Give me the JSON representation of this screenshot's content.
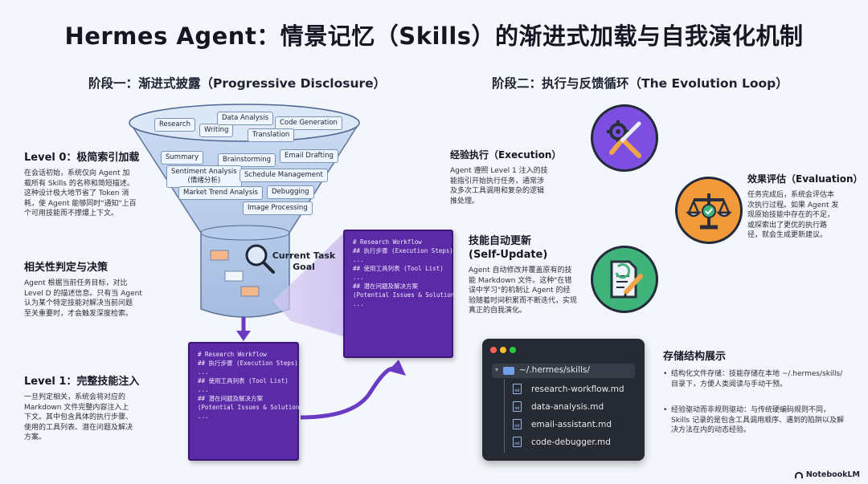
{
  "title": "Hermes Agent：情景记忆（Skills）的渐进式加载与自我演化机制",
  "stage1": {
    "title": "阶段一：渐进式披露（Progressive Disclosure）",
    "level0": {
      "head": "Level 0：极简索引加载",
      "body": [
        "在会话初始，系统仅向 Agent 加",
        "载所有 Skills 的名称和简短描述。",
        "这种设计极大地节省了 Token 消",
        "耗，使 Agent 能够同时\"通知\"上百",
        "个可用技能而不撑爆上下文。"
      ]
    },
    "relevance": {
      "head": "相关性判定与决策",
      "body": [
        "Agent 根据当前任务目标，对比",
        "Level D 的描述信息。只有当 Agent",
        "认为某个特定技能对解决当前问题",
        "至关重要时，才会触发深度检索。"
      ]
    },
    "level1": {
      "head": "Level 1：完整技能注入",
      "body": [
        "一旦判定相关，系统会将对应的",
        "Markdown 文件完整内容注入上",
        "下文。其中包含具体的执行步骤、",
        "使用的工具列表、潜在问题及解决",
        "方案。"
      ]
    },
    "skills": [
      "Research",
      "Writing",
      "Data Analysis",
      "Code Generation",
      "Translation",
      "Summary",
      "Brainstorming",
      "Email Drafting",
      "Sentiment Analysis\n(情绪分析)",
      "Schedule Management",
      "Market Trend Analysis",
      "Debugging",
      "Image Processing"
    ],
    "task_goal": [
      "Current Task",
      "Goal"
    ],
    "card": [
      "# Research Workflow",
      "",
      "## 执行步骤 (Execution Steps)",
      "",
      "...",
      "",
      "## 使用工具列表 (Tool List)",
      "",
      "...",
      "",
      "## 潜在问题及解决方案",
      "(Potential Issues & Solutions)",
      "",
      "..."
    ]
  },
  "stage2": {
    "title": "阶段二：执行与反馈循环（The Evolution Loop）",
    "execution": {
      "head": "经验执行（Execution）",
      "body": [
        "Agent 遵照 Level 1 注入的技",
        "能指引开始执行任务，通常涉",
        "及多次工具调用和复杂的逻辑",
        "推处理。"
      ]
    },
    "evaluation": {
      "head": "效果评估（Evaluation）",
      "body": [
        "任务完成后，系统会评估本",
        "次执行过程。如果 Agent 发",
        "现原始技能中存在的不足，",
        "或探索出了更优的执行路",
        "径，就会生成更新建议。"
      ]
    },
    "update": {
      "head": [
        "技能自动更新",
        "(Self-Update)"
      ],
      "body": [
        "Agent 自动修改并覆盖原有的技",
        "能 Markdown 文件。这种\"在错",
        "误中学习\"的机制让 Agent 的经",
        "验随着时间积累而不断迭代，实现",
        "真正的自我演化。"
      ]
    },
    "storage": {
      "head": "存储结构展示",
      "bullets": [
        "结构化文件存储：技能存储在本地 ~/.hermes/skills/ 目录下，方便人类阅读与手动干预。",
        "经验驱动而非规则驱动：与传统硬编码规则不同，Skills 记录的是包含工具调用顺序、遇到的陷阱以及解决方法在内的动态经验。"
      ]
    },
    "terminal": {
      "folder": "~/.hermes/skills/",
      "files": [
        "research-workflow.md",
        "data-analysis.md",
        "email-assistant.md",
        "code-debugger.md"
      ],
      "file_icon": "md"
    }
  },
  "logo": "NotebookLM",
  "colors": {
    "purple": "#5b2aa6",
    "purple_dark": "#3c1777",
    "icon_purple": "#7d4fe0",
    "icon_orange": "#f29a3a",
    "icon_green": "#3fb37a",
    "funnel": "#a9c2e6",
    "terminal": "#252a33"
  }
}
